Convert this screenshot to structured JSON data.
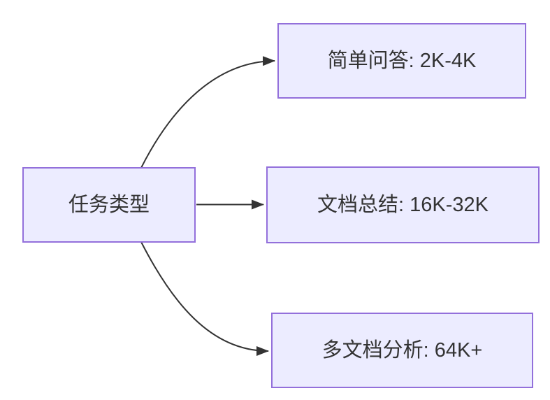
{
  "diagram": {
    "type": "flowchart",
    "direction": "LR",
    "colors": {
      "canvas_bg": "#ffffff",
      "node_fill": "#ECECFF",
      "node_border": "#9370DB",
      "edge_color": "#333333",
      "text_color": "#333333"
    },
    "nodes": [
      {
        "id": "task-type",
        "label": "任务类型"
      },
      {
        "id": "simple-qa",
        "label": "简单问答: 2K-4K"
      },
      {
        "id": "doc-summary",
        "label": "文档总结: 16K-32K"
      },
      {
        "id": "multi-doc-analysis",
        "label": "多文档分析: 64K+"
      }
    ],
    "edges": [
      {
        "from": "task-type",
        "to": "simple-qa"
      },
      {
        "from": "task-type",
        "to": "doc-summary"
      },
      {
        "from": "task-type",
        "to": "multi-doc-analysis"
      }
    ]
  }
}
